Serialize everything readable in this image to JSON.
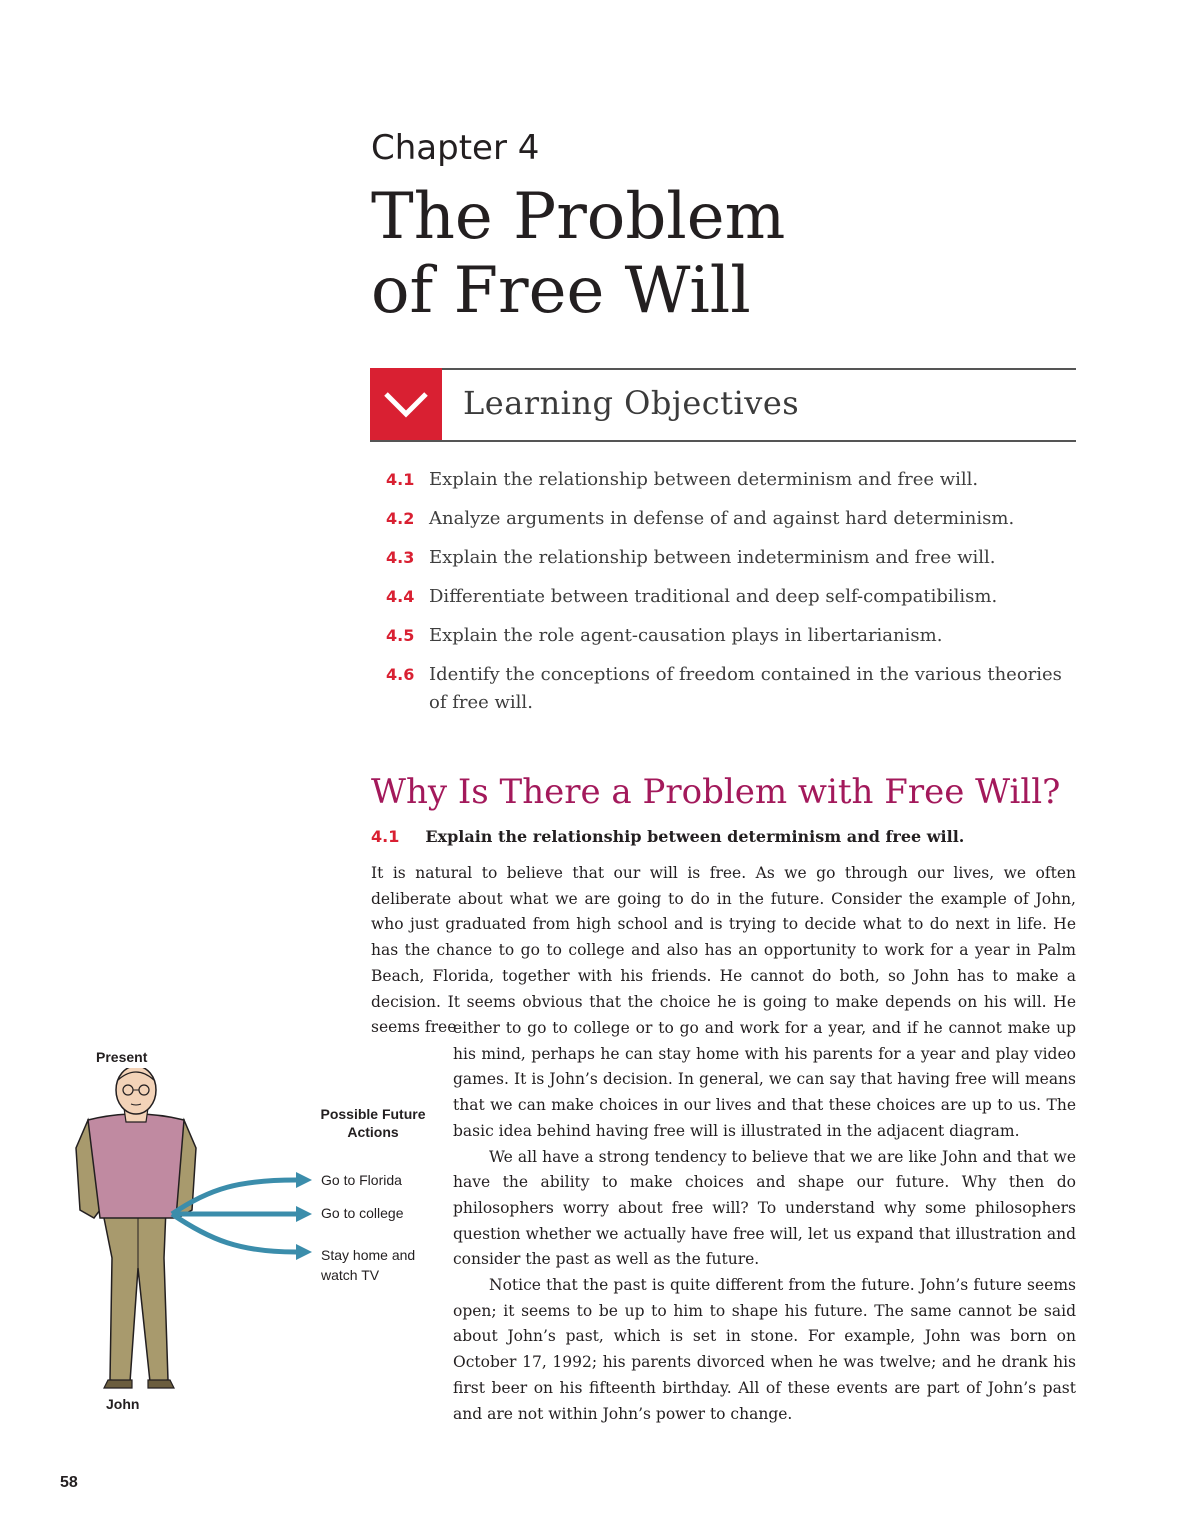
{
  "chapter": {
    "label": "Chapter 4",
    "title_line1": "The Problem",
    "title_line2": "of Free Will"
  },
  "learning_objectives": {
    "heading": "Learning Objectives",
    "items": [
      {
        "num": "4.1",
        "text": "Explain the relationship between determinism and free will."
      },
      {
        "num": "4.2",
        "text": "Analyze arguments in defense of and against hard determinism."
      },
      {
        "num": "4.3",
        "text": "Explain the relationship between indeterminism and free will."
      },
      {
        "num": "4.4",
        "text": "Differentiate between traditional and deep self-compatibilism."
      },
      {
        "num": "4.5",
        "text": "Explain the role agent-causation plays in libertarianism."
      },
      {
        "num": "4.6",
        "text": "Identify the conceptions of freedom contained in the various theories of free will."
      }
    ]
  },
  "section": {
    "title": "Why Is There a Problem with Free Will?",
    "objective_num": "4.1",
    "objective_text": "Explain the relationship between determinism and free will.",
    "paragraph1": "It is natural to believe that our will is free. As we go through our lives, we often deliberate about what we are going to do in the future. Consider the example of John, who just graduated from high school and is trying to decide what to do next in life. He has the chance to go to college and also has an opportunity to work for a year in Palm Beach, Florida, together with his friends. He cannot do both, so John has to make a decision. It seems obvious that the choice he is going to make depends on his will. He seems free",
    "paragraph1_cont": "either to go to college or to go and work for a year, and if he cannot make up his mind, perhaps he can stay home with his parents for a year and play video games. It is John’s decision. In general, we can say that having free will means that we can make choices in our lives and that these choices are up to us. The basic idea behind having free will is illustrated in the adjacent diagram.",
    "paragraph2": "We all have a strong tendency to believe that we are like John and that we have the ability to make choices and shape our future. Why then do philosophers worry about free will? To understand why some philosophers question whether we actually have free will, let us expand that illustration and consider the past as well as the future.",
    "paragraph3": "Notice that the past is quite different from the future. John’s future seems open; it seems to be up to him to shape his future. The same cannot be said about John’s past, which is set in stone. For example, John was born on October 17, 1992; his parents divorced when he was twelve; and he drank his first beer on his fifteenth birthday. All of these events are part of John’s past and are not within John’s power to change."
  },
  "diagram": {
    "present_label": "Present",
    "person_label": "John",
    "future_label_line1": "Possible Future",
    "future_label_line2": "Actions",
    "options": [
      "Go to Florida",
      "Go to college",
      "Stay home and watch TV"
    ],
    "arrow_color": "#3b8dab",
    "shirt_color": "#c08aa1",
    "pants_color": "#a89a6d"
  },
  "page_number": "58",
  "colors": {
    "accent_red": "#d92032",
    "section_title": "#a3195b"
  }
}
